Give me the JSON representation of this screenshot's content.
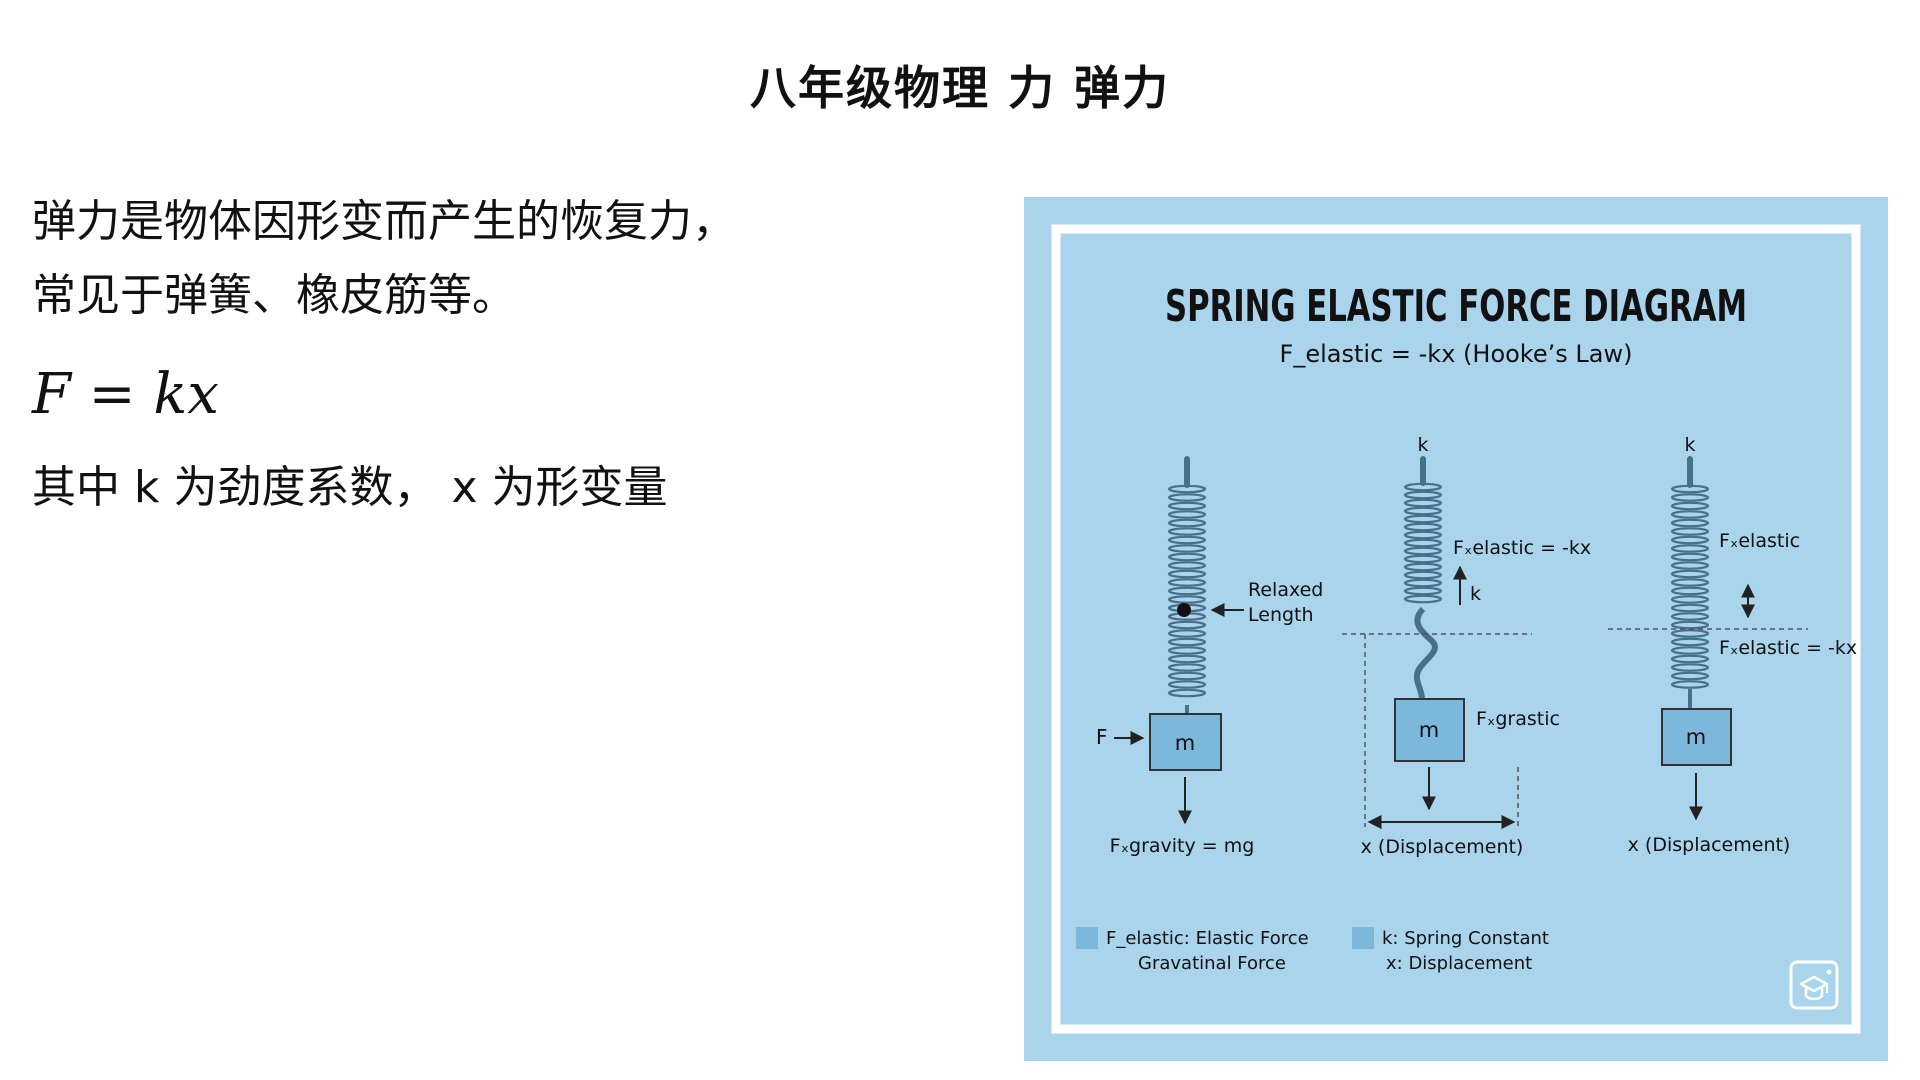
{
  "slide": {
    "title": "八年级物理 力 弹力",
    "paragraph_line1": "弹力是物体因形变而产生的恢复力，",
    "paragraph_line2": "常见于弹簧、橡皮筋等。",
    "formula": "F = kx",
    "note": "其中 k 为劲度系数， x 为形变量"
  },
  "figure": {
    "title": "SPRING ELASTIC FORCE DIAGRAM",
    "subtitle": "F_elastic = -kx (Hooke’s Law)",
    "spring1": {
      "relaxed_label_line1": "Relaxed",
      "relaxed_label_line2": "Length",
      "force_label": "F",
      "mass_label": "m",
      "gravity_label": "Fₓgravity = mg"
    },
    "spring2": {
      "k_label_top": "k",
      "elastic_label": "Fₓelastic = -kx",
      "k_label_arrow": "k",
      "mass_label": "m",
      "grastic_label": "Fₓgrastic",
      "displacement_label": "x (Displacement)"
    },
    "spring3": {
      "k_label_top": "k",
      "elastic_label_top": "Fₓelastic",
      "elastic_label_bottom": "Fₓelastic = -kx",
      "mass_label": "m",
      "displacement_label": "x (Displacement)"
    },
    "legend": {
      "item1_line1": "F_elastic: Elastic Force",
      "item1_line2": "Gravatinal Force",
      "item2_line1": "k: Spring Constant",
      "item2_line2": "x: Displacement"
    },
    "colors": {
      "background": "#a9d4ec",
      "frame": "#ffffff",
      "spring": "#4a6f8c",
      "mass_fill": "#7cb8dc",
      "text": "#111111"
    },
    "icon": "graduation-cap-icon"
  }
}
